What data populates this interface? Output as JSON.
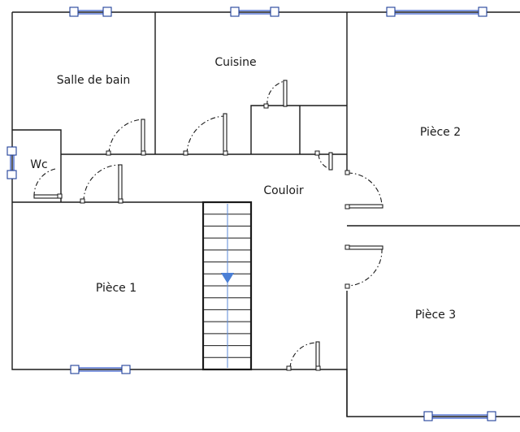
{
  "rooms": {
    "salle_de_bain": "Salle de bain",
    "cuisine": "Cuisine",
    "wc": "Wc",
    "couloir": "Couloir",
    "piece_1": "Pièce 1",
    "piece_2": "Pièce 2",
    "piece_3": "Pièce 3"
  },
  "colors": {
    "walls": "#1a1a1a",
    "windows": "#3a5fcd",
    "stair_arrow": "#4a7fd6"
  },
  "icons": {
    "stair_direction": "arrow-down-icon"
  }
}
